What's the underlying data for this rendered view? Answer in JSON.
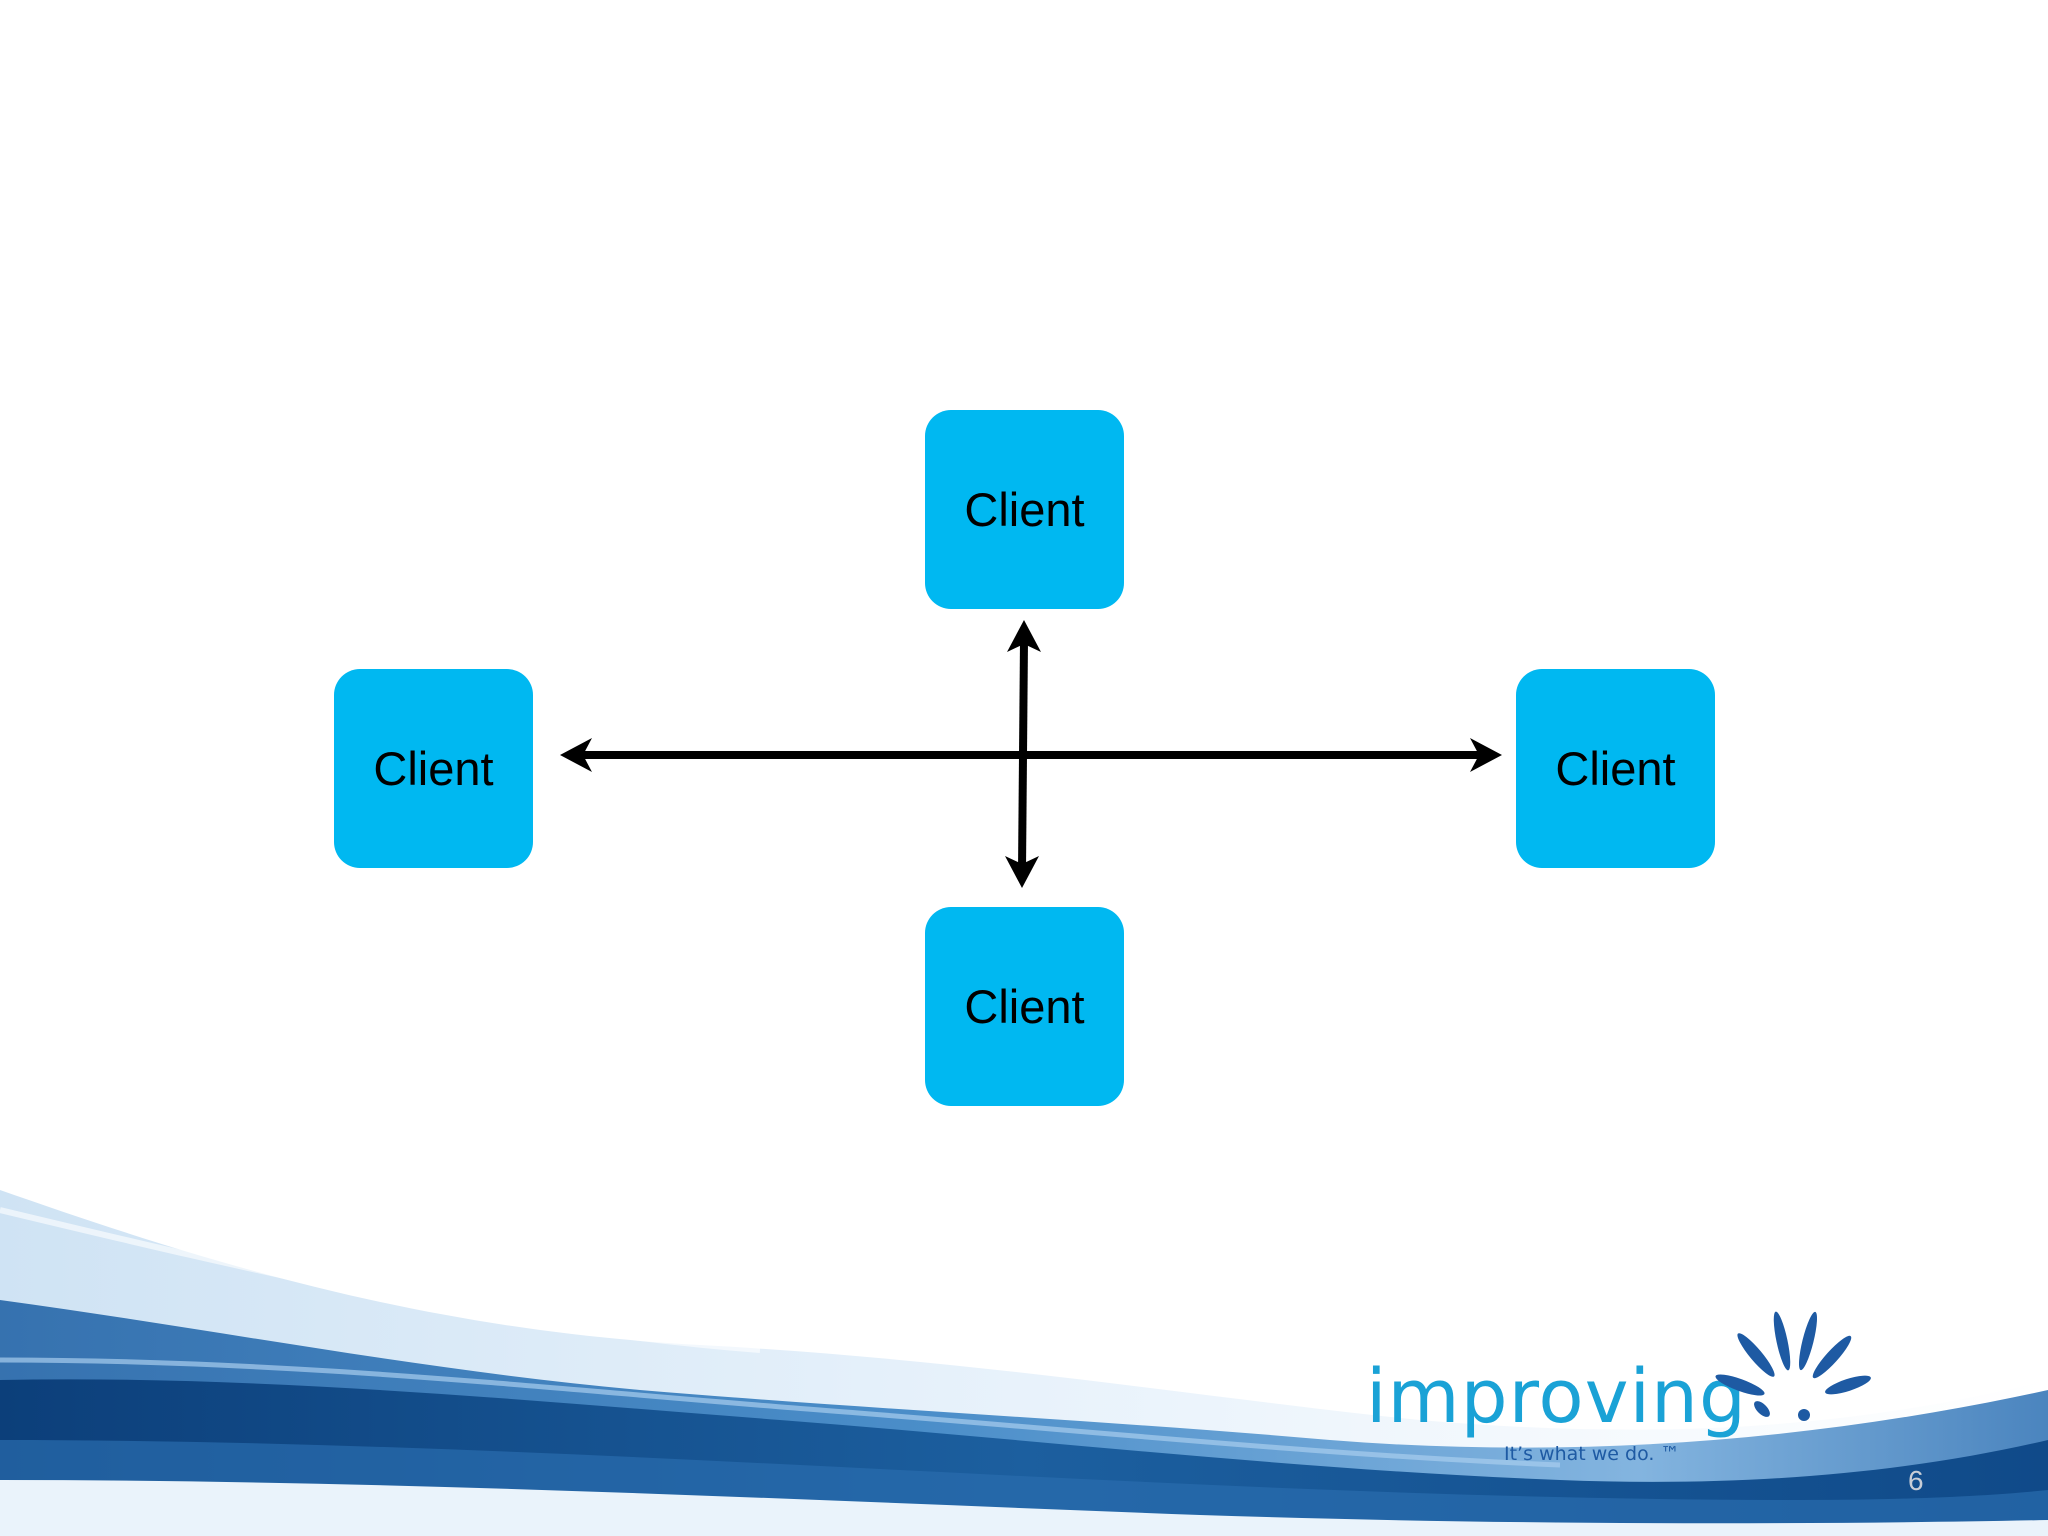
{
  "diagram": {
    "nodes": [
      {
        "id": "top",
        "label": "Client"
      },
      {
        "id": "left",
        "label": "Client"
      },
      {
        "id": "right",
        "label": "Client"
      },
      {
        "id": "bottom",
        "label": "Client"
      }
    ],
    "edges": [
      {
        "from": "left",
        "to": "right",
        "direction": "both"
      },
      {
        "from": "top",
        "to": "bottom",
        "direction": "both"
      }
    ]
  },
  "logo": {
    "word": "improving",
    "tagline": "It’s what we do. ™"
  },
  "page_number": "6",
  "colors": {
    "node_fill": "#00b8f1",
    "arrow": "#000000",
    "logo_text": "#1aa2d6",
    "logo_burst": "#1e5aa3",
    "tagline": "#1e5aa3",
    "wave_dark": "#0e4c8c",
    "wave_light": "#9dc6e8"
  }
}
